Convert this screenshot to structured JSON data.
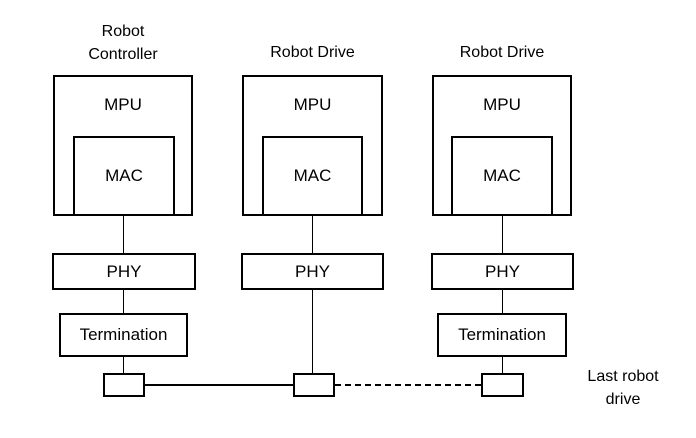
{
  "diagram": {
    "title_semantic": "Daisy-chained robot drive network topology",
    "columns": [
      {
        "title": "Robot\nController",
        "mpu_label": "MPU",
        "mac_label": "MAC",
        "phy_label": "PHY",
        "termination_label": "Termination"
      },
      {
        "title": "Robot Drive",
        "mpu_label": "MPU",
        "mac_label": "MAC",
        "phy_label": "PHY"
      },
      {
        "title": "Robot Drive",
        "mpu_label": "MPU",
        "mac_label": "MAC",
        "phy_label": "PHY",
        "termination_label": "Termination"
      }
    ],
    "last_drive_note": "Last robot\ndrive",
    "colors": {
      "stroke": "#000000",
      "background": "#ffffff"
    }
  }
}
